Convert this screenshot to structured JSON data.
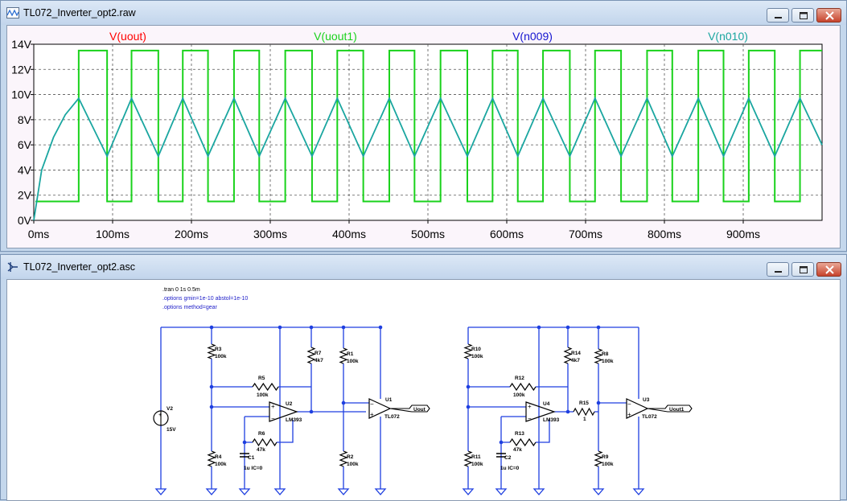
{
  "waveform_window": {
    "title": "TL072_Inverter_opt2.raw",
    "buttons": [
      "minimize",
      "restore",
      "close"
    ]
  },
  "schematic_window": {
    "title": "TL072_Inverter_opt2.asc",
    "buttons": [
      "minimize",
      "restore",
      "close"
    ]
  },
  "chart_data": {
    "type": "line",
    "xlabel": "",
    "ylabel": "",
    "xlim": [
      0,
      1000
    ],
    "ylim": [
      0,
      14
    ],
    "x_tick_labels": [
      "0ms",
      "100ms",
      "200ms",
      "300ms",
      "400ms",
      "500ms",
      "600ms",
      "700ms",
      "800ms",
      "900ms"
    ],
    "x_ticks": [
      0,
      100,
      200,
      300,
      400,
      500,
      600,
      700,
      800,
      900
    ],
    "y_tick_labels": [
      "0V",
      "2V",
      "4V",
      "6V",
      "8V",
      "10V",
      "12V",
      "14V"
    ],
    "y_ticks": [
      0,
      2,
      4,
      6,
      8,
      10,
      12,
      14
    ],
    "grid": true,
    "series": [
      {
        "name": "V(uout)",
        "color": "#ff0000",
        "shape": "square",
        "low": 1.5,
        "high": 13.5,
        "edges": [
          57,
          93,
          124,
          158,
          189,
          221,
          254,
          286,
          319,
          353,
          385,
          418,
          451,
          483,
          516,
          550,
          582,
          614,
          646,
          680,
          712,
          745,
          778,
          810,
          843,
          875,
          907,
          940,
          972
        ],
        "initial": "low",
        "visible": false
      },
      {
        "name": "V(uout1)",
        "color": "#19d21b",
        "shape": "square",
        "low": 1.5,
        "high": 13.5,
        "edges": [
          57,
          93,
          124,
          158,
          189,
          221,
          254,
          286,
          319,
          353,
          385,
          418,
          451,
          483,
          516,
          550,
          582,
          614,
          646,
          680,
          712,
          745,
          778,
          810,
          843,
          875,
          907,
          940,
          972
        ],
        "initial": "low",
        "visible": true
      },
      {
        "name": "V(n009)",
        "color": "#1515d0",
        "shape": "triangle",
        "visible": false
      },
      {
        "name": "V(n010)",
        "color": "#1aa6a0",
        "shape": "triangle",
        "visible": true,
        "x": [
          0,
          10,
          25,
          40,
          57,
          93,
          124,
          158,
          189,
          221,
          254,
          286,
          319,
          353,
          385,
          418,
          451,
          483,
          516,
          550,
          582,
          614,
          646,
          680,
          712,
          745,
          778,
          810,
          843,
          875,
          907,
          940,
          972,
          1000
        ],
        "y": [
          0,
          4.0,
          6.6,
          8.4,
          9.7,
          5.1,
          9.7,
          5.1,
          9.7,
          5.1,
          9.7,
          5.1,
          9.7,
          5.1,
          9.7,
          5.1,
          9.7,
          5.1,
          9.7,
          5.1,
          9.7,
          5.1,
          9.7,
          5.1,
          9.7,
          5.1,
          9.7,
          5.1,
          9.7,
          5.1,
          9.7,
          5.1,
          9.7,
          6.0
        ]
      }
    ]
  },
  "schematic": {
    "directives": [
      ".tran 0 1s 0.5m",
      ".options gmin=1e-10 abstol=1e-10",
      ".options method=gear"
    ],
    "components": [
      {
        "ref": "V2",
        "value": "15V"
      },
      {
        "ref": "R3",
        "value": "100k"
      },
      {
        "ref": "R4",
        "value": "100k"
      },
      {
        "ref": "R5",
        "value": "100k"
      },
      {
        "ref": "R6",
        "value": "47k"
      },
      {
        "ref": "C1",
        "value": "1u IC=0"
      },
      {
        "ref": "U2",
        "value": "LM393"
      },
      {
        "ref": "R7",
        "value": "4k7"
      },
      {
        "ref": "R1",
        "value": "100k"
      },
      {
        "ref": "R2",
        "value": "100k"
      },
      {
        "ref": "U1",
        "value": "TL072"
      },
      {
        "ref": "R10",
        "value": "100k"
      },
      {
        "ref": "R11",
        "value": "100k"
      },
      {
        "ref": "R12",
        "value": "100k"
      },
      {
        "ref": "R13",
        "value": "47k"
      },
      {
        "ref": "C2",
        "value": "1u IC=0"
      },
      {
        "ref": "U4",
        "value": "LM393"
      },
      {
        "ref": "R14",
        "value": "4k7"
      },
      {
        "ref": "R15",
        "value": "1"
      },
      {
        "ref": "R8",
        "value": "100k"
      },
      {
        "ref": "R9",
        "value": "100k"
      },
      {
        "ref": "U3",
        "value": "TL072"
      }
    ],
    "net_labels": {
      "uout": "Uout",
      "uout1": "Uout1"
    }
  }
}
